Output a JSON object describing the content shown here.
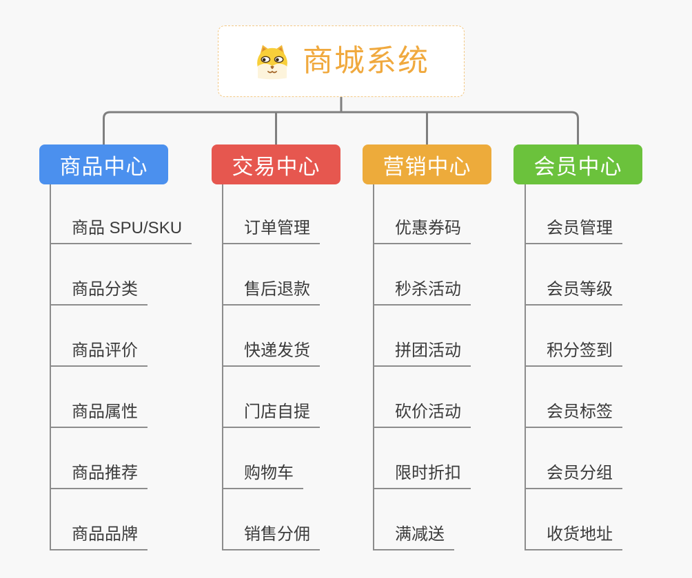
{
  "app": {
    "type": "mindmap-org-chart",
    "title": "商城系统"
  },
  "root": {
    "label": "商城系统",
    "icon": "dog-face-icon",
    "text_color": "#F0A93E",
    "border_color": "#F3C884",
    "background": "#FFFFFF"
  },
  "branches": [
    {
      "label": "商品中心",
      "color": "#4B90EE",
      "items": [
        "商品 SPU/SKU",
        "商品分类",
        "商品评价",
        "商品属性",
        "商品推荐",
        "商品品牌"
      ]
    },
    {
      "label": "交易中心",
      "color": "#E6574F",
      "items": [
        "订单管理",
        "售后退款",
        "快递发货",
        "门店自提",
        "购物车",
        "销售分佣"
      ]
    },
    {
      "label": "营销中心",
      "color": "#EDAB3B",
      "items": [
        "优惠券码",
        "秒杀活动",
        "拼团活动",
        "砍价活动",
        "限时折扣",
        "满减送"
      ]
    },
    {
      "label": "会员中心",
      "color": "#6BC23C",
      "items": [
        "会员管理",
        "会员等级",
        "积分签到",
        "会员标签",
        "会员分组",
        "收货地址"
      ]
    }
  ],
  "colors": {
    "background": "#F8F8F8",
    "connector_line": "#7F7F7F",
    "leaf_line": "#8C8C8C",
    "leaf_text": "#3B3B3B",
    "branch_text": "#FFFFFF"
  }
}
